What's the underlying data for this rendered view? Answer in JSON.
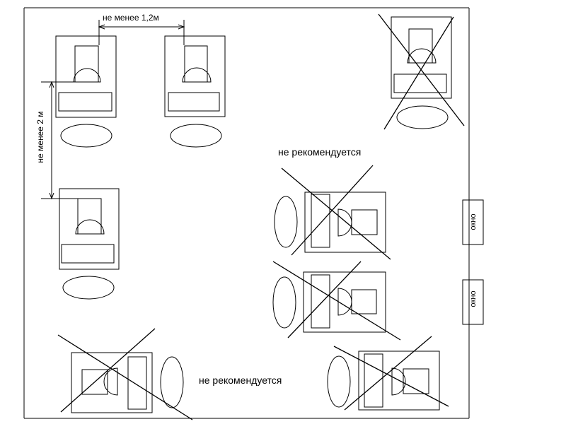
{
  "dimension_horizontal": "не менее 1,2м",
  "dimension_vertical": "не менее 2 м",
  "label_not_recommended_1": "не рекомендуется",
  "label_not_recommended_2": "не рекомендуется",
  "window_label_1": "окно",
  "window_label_2": "окно"
}
